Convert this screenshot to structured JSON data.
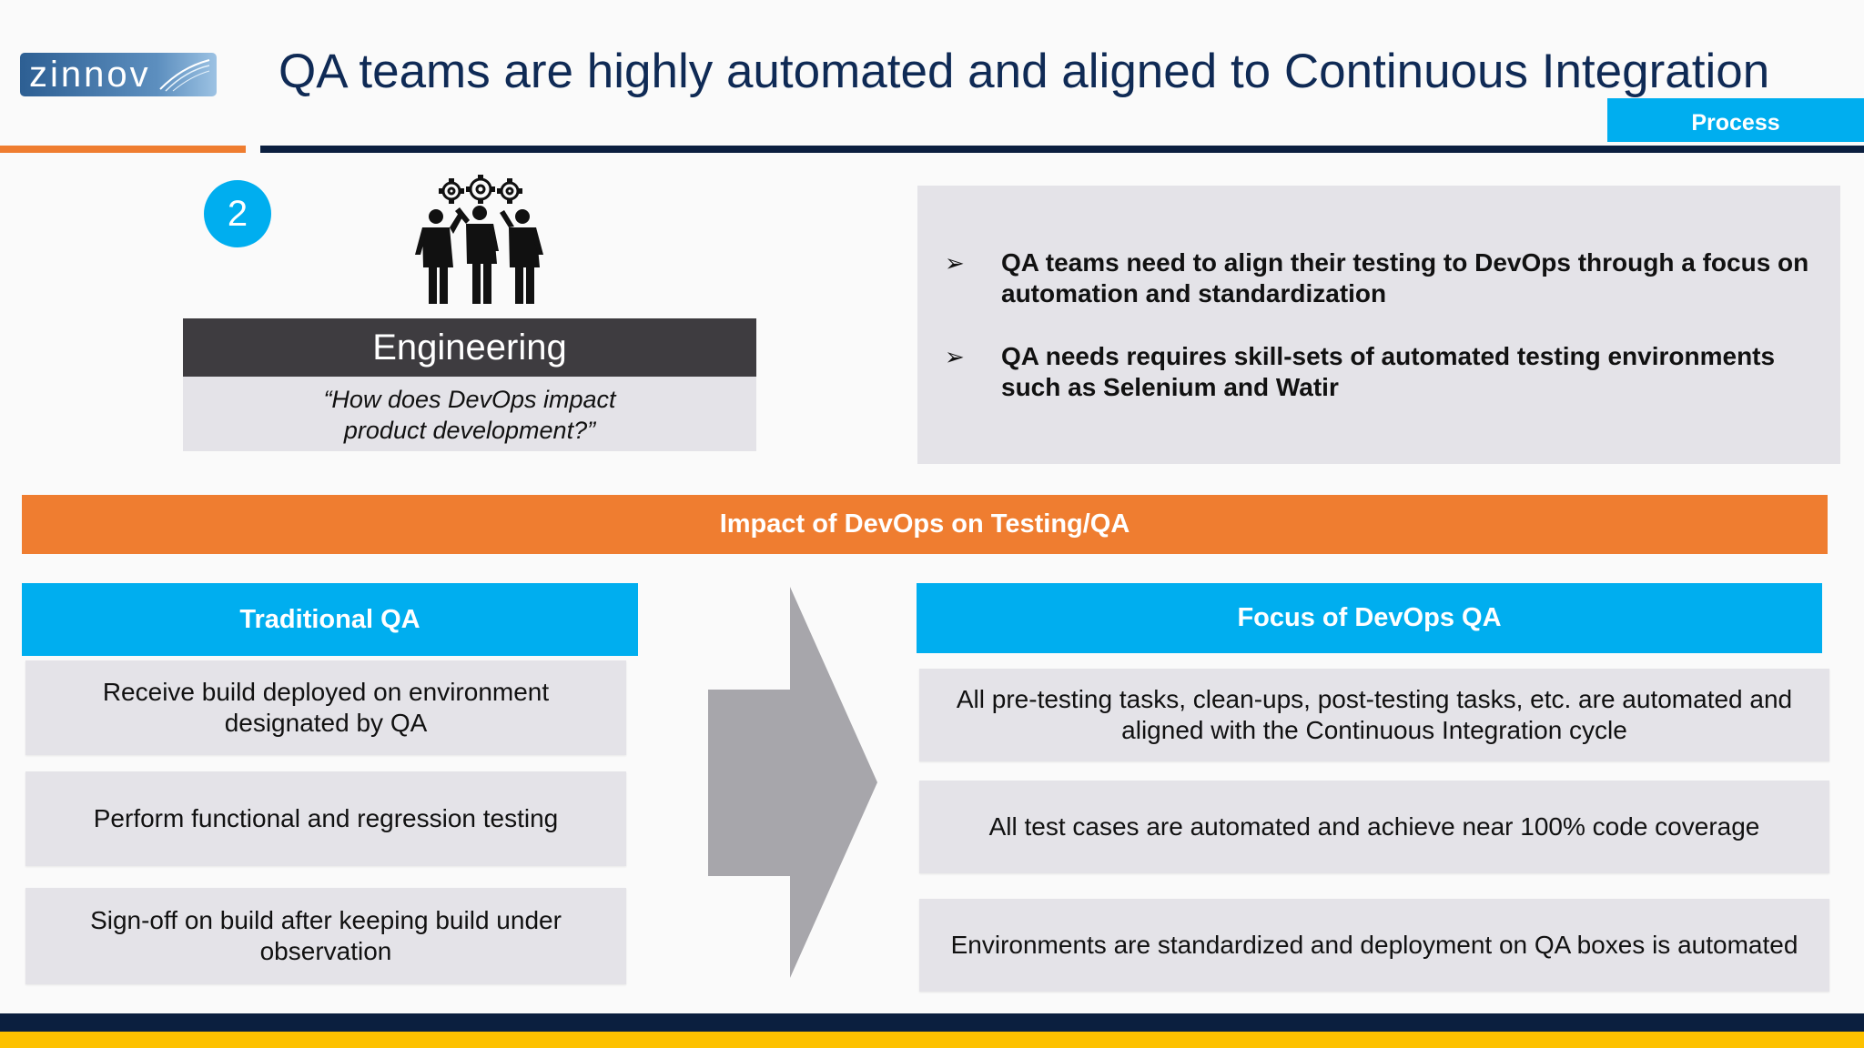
{
  "logo": {
    "text": "zinnov",
    "icon": "swoosh-icon"
  },
  "header": {
    "title": "QA teams are highly automated and aligned to Continuous Integration",
    "tag": "Process"
  },
  "engineering": {
    "step_number": "2",
    "icon": "team-gears-icon",
    "heading": "Engineering",
    "question_line1": "“How does DevOps impact",
    "question_line2": "product development?”"
  },
  "bullets": [
    {
      "marker": "➢",
      "line1": "QA teams need to align their testing to DevOps through a focus on",
      "line2": "automation and standardization"
    },
    {
      "marker": "➢",
      "line1": "QA needs requires skill-sets of automated testing environments",
      "line2": "such as Selenium and Watir"
    }
  ],
  "impact_banner": "Impact of DevOps on Testing/QA",
  "traditional": {
    "heading": "Traditional QA",
    "items": [
      {
        "line1": "Receive build deployed on environment",
        "line2": "designated by QA"
      },
      {
        "line1": "Perform functional and regression testing",
        "line2": ""
      },
      {
        "line1": "Sign-off on build after keeping build under",
        "line2": "observation"
      }
    ]
  },
  "devops": {
    "heading": "Focus of DevOps QA",
    "items": [
      {
        "line1": "All pre-testing tasks, clean-ups, post-testing tasks, etc. are automated and",
        "line2": "aligned with the Continuous Integration cycle"
      },
      {
        "line1": "All test cases are automated and achieve near 100% code coverage",
        "line2": ""
      },
      {
        "line1": "Environments are standardized and deployment on QA boxes is automated",
        "line2": ""
      }
    ]
  },
  "colors": {
    "navy": "#0f2a55",
    "cyan": "#00aeef",
    "orange": "#ef7d30",
    "panel_gray": "#e4e3e8",
    "dark_gray": "#3e3c40",
    "yellow": "#fdc100"
  }
}
